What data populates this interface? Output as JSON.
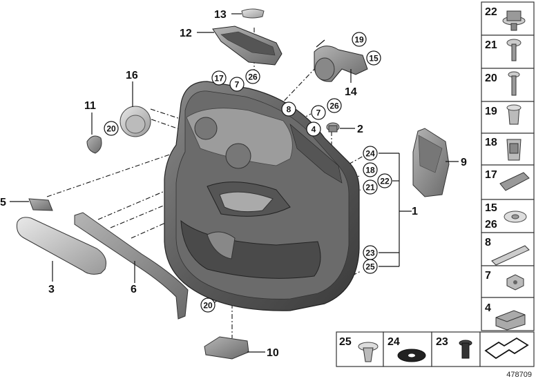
{
  "diagram": {
    "reference_number": "478709",
    "main_labels": {
      "n1": "1",
      "n2": "2",
      "n3": "3",
      "n5": "5",
      "n6": "6",
      "n9": "9",
      "n10": "10",
      "n11": "11",
      "n12": "12",
      "n13": "13",
      "n14": "14",
      "n16": "16"
    },
    "callouts": {
      "c19": "19",
      "c15": "15",
      "c17": "17",
      "c7a": "7",
      "c26a": "26",
      "c8": "8",
      "c7b": "7",
      "c26b": "26",
      "c4": "4",
      "c20a": "20",
      "c24": "24",
      "c18": "18",
      "c22": "22",
      "c21": "21",
      "c23": "23",
      "c25": "25",
      "c20b": "20"
    },
    "side_panel": [
      {
        "label": "22"
      },
      {
        "label": "21"
      },
      {
        "label": "20"
      },
      {
        "label": "19"
      },
      {
        "label": "18"
      },
      {
        "label": "17"
      },
      {
        "label": "15",
        "label2": "26"
      },
      {
        "label": "8"
      },
      {
        "label": "7"
      },
      {
        "label": "4"
      }
    ],
    "bottom_panel": [
      {
        "label": "25"
      },
      {
        "label": "24"
      },
      {
        "label": "23"
      }
    ]
  }
}
